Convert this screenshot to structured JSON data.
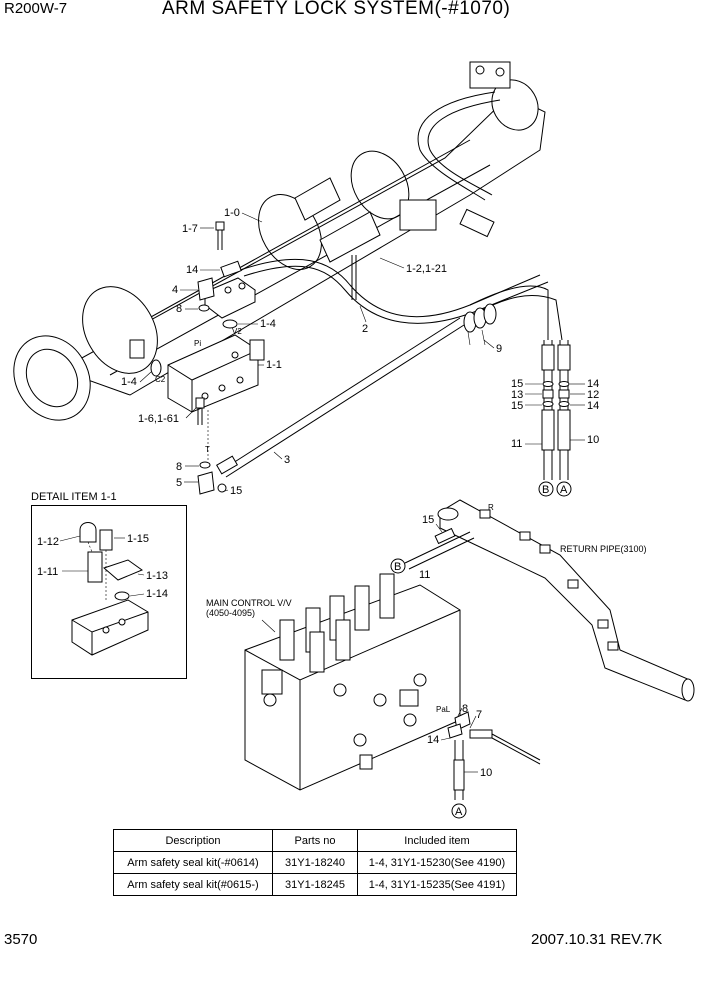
{
  "header": {
    "model": "R200W-7",
    "title": "ARM SAFETY LOCK SYSTEM(-#1070)"
  },
  "footer": {
    "page": "3570",
    "revision": "2007.10.31  REV.7K"
  },
  "labels": {
    "detail_title": "DETAIL ITEM 1-1",
    "main_control_line1": "MAIN CONTROL V/V",
    "main_control_line2": "(4050-4095)",
    "return_pipe": "RETURN PIPE(3100)",
    "port_pi": "Pi",
    "port_v2": "V2",
    "port_c2": "C2",
    "port_t": "T",
    "port_r": "R",
    "port_pal": "PaL",
    "connector_b": "B",
    "connector_a": "A"
  },
  "callouts": {
    "c_1_7": "1-7",
    "c_1_0": "1-0",
    "c_14a": "14",
    "c_4": "4",
    "c_8a": "8",
    "c_1_4a": "1-4",
    "c_1_1": "1-1",
    "c_1_4b": "1-4",
    "c_1_6": "1-6,1-61",
    "c_8b": "8",
    "c_5": "5",
    "c_15a": "15",
    "c_3": "3",
    "c_2": "2",
    "c_1_2": "1-2,1-21",
    "c_9": "9",
    "c_15b": "15",
    "c_13": "13",
    "c_15c": "15",
    "c_14b": "14",
    "c_12": "12",
    "c_14c": "14",
    "c_11a": "11",
    "c_10a": "10",
    "c_1_12": "1-12",
    "c_1_15": "1-15",
    "c_1_11": "1-11",
    "c_1_13": "1-13",
    "c_1_14": "1-14",
    "c_15d": "15",
    "c_11b": "11",
    "c_8c": "8",
    "c_7": "7",
    "c_14d": "14",
    "c_10b": "10"
  },
  "table": {
    "headers": [
      "Description",
      "Parts no",
      "Included item"
    ],
    "rows": [
      [
        "Arm safety seal kit(-#0614)",
        "31Y1-18240",
        "1-4, 31Y1-15230(See 4190)"
      ],
      [
        "Arm safety seal kit(#0615-)",
        "31Y1-18245",
        "1-4, 31Y1-15235(See 4191)"
      ]
    ]
  }
}
